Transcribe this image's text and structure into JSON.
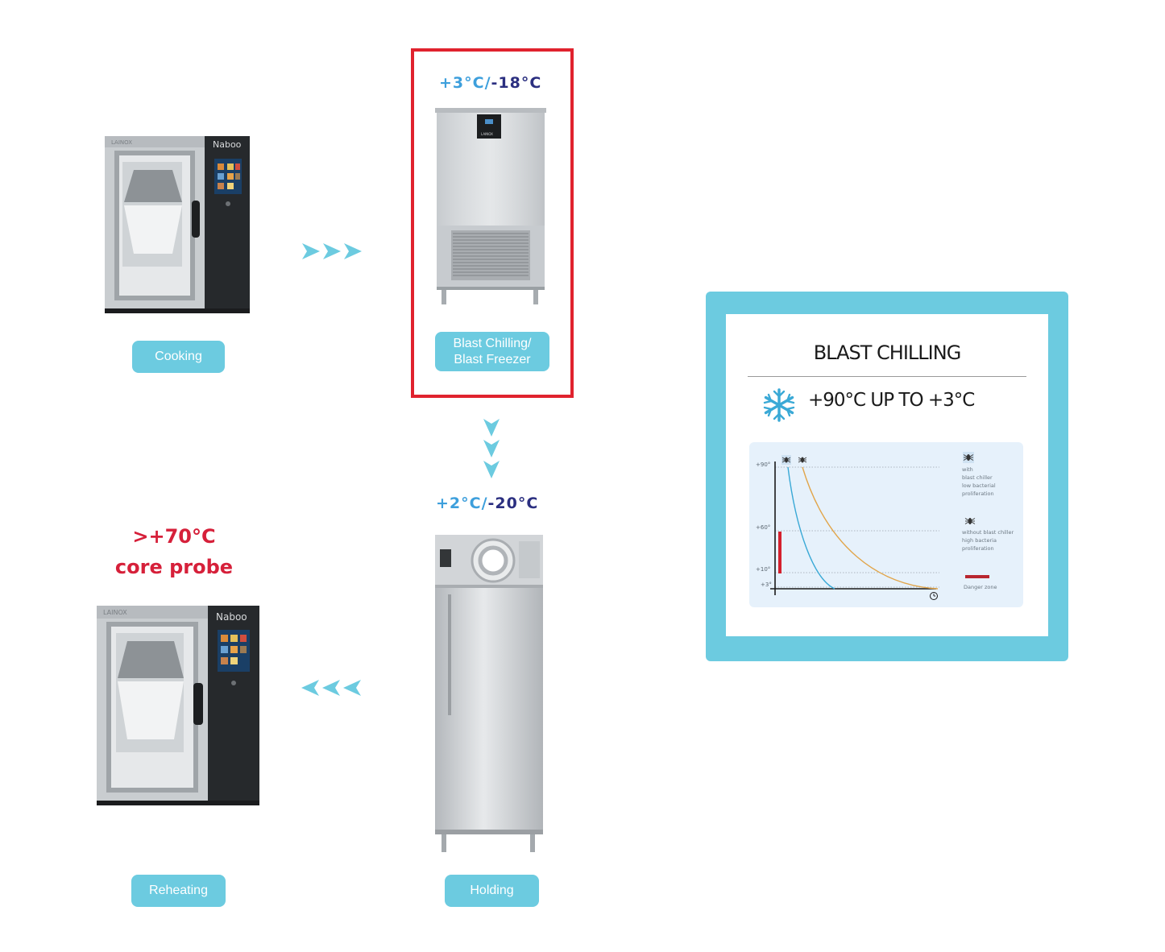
{
  "steps": {
    "cooking": {
      "label": "Cooking"
    },
    "blast": {
      "label_line1": "Blast Chilling/",
      "label_line2": "Blast Freezer",
      "temp_a": "+3°C/",
      "temp_b": "-18°C"
    },
    "holding": {
      "label": "Holding",
      "temp_a": "+2°C/",
      "temp_b": "-20°C"
    },
    "reheating": {
      "label": "Reheating",
      "note_line1": ">+70°C",
      "note_line2": "core probe"
    }
  },
  "oven_brand": "Naboo",
  "oven_logo": "LAINOX",
  "chiller_logo": "LAINOX",
  "card": {
    "title": "BLAST CHILLING",
    "subtitle": "+90°C UP TO +3°C",
    "icon": "snowflake-icon",
    "chart": {
      "y_ticks": [
        "+90°",
        "+60°",
        "+10°",
        "+3°"
      ],
      "legend": {
        "with_line1": "with",
        "with_line2": "blast chiller",
        "with_line3": "low bacterial",
        "with_line4": "proliferation",
        "without_line1": "without blast chiller",
        "without_line2": "high bacteria",
        "without_line3": "proliferation",
        "danger": "Danger zone"
      }
    }
  },
  "colors": {
    "accent": "#6ccbe0",
    "highlight_border": "#e0222e",
    "temp_light": "#3d9fdc",
    "temp_dark": "#2b2f80",
    "alert_red": "#d6203a",
    "curve_with": "#3aa9d6",
    "curve_without": "#e1a54a"
  }
}
